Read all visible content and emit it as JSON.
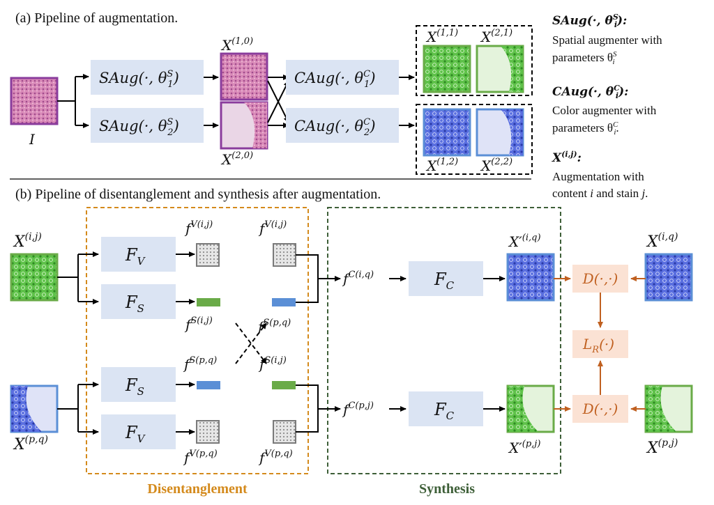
{
  "panel_a": {
    "caption": "(a) Pipeline of augmentation.",
    "input_label": "I",
    "saug1": "SAug(·, θ",
    "saug1_sup": "S",
    "saug1_sub": "1",
    "saug2": "SAug(·, θ",
    "saug2_sup": "S",
    "saug2_sub": "2",
    "caug1": "CAug(·, θ",
    "caug1_sup": "C",
    "caug1_sub": "1",
    "caug2": "CAug(·, θ",
    "caug2_sup": "C",
    "caug2_sub": "2",
    "x10": "X",
    "x10_sup": "(1,0)",
    "x20": "X",
    "x20_sup": "(2,0)",
    "x11": "X",
    "x11_sup": "(1,1)",
    "x21": "X",
    "x21_sup": "(2,1)",
    "x12": "X",
    "x12_sup": "(1,2)",
    "x22": "X",
    "x22_sup": "(2,2)"
  },
  "legend": {
    "saug_title": "SAug(·, θ",
    "saug_title_sup": "S",
    "saug_title_sub": "i",
    "saug_title_end": "):",
    "saug_desc1": "Spatial augmenter with",
    "saug_desc2": "parameters θ",
    "saug_desc2_sup": "S",
    "saug_desc2_sub": "i",
    "caug_title": "CAug(·, θ",
    "caug_title_sup": "C",
    "caug_title_sub": "i",
    "caug_title_end": "):",
    "caug_desc1": "Color augmenter with",
    "caug_desc2": "parameters θ",
    "caug_desc2_sup": "C",
    "caug_desc2_sub": "i",
    "caug_desc2_end": ".",
    "x_title": "X",
    "x_title_sup": "(i,j)",
    "x_title_end": ":",
    "x_desc1": "Augmentation with",
    "x_desc2_a": "content ",
    "x_desc2_i": "i",
    "x_desc2_b": " and stain ",
    "x_desc2_j": "j",
    "x_desc2_c": "."
  },
  "panel_b": {
    "caption": "(b) Pipeline of disentanglement and synthesis after augmentation.",
    "xij": "X",
    "xij_sup": "(i,j)",
    "xpq": "X",
    "xpq_sup": "(p,q)",
    "fv": "F",
    "fv_sub": "V",
    "fs": "F",
    "fs_sub": "S",
    "fc": "F",
    "fc_sub": "C",
    "fvij": "f",
    "fvij_sup": "V(i,j)",
    "fsij": "f",
    "fsij_sup": "S(i,j)",
    "fspq": "f",
    "fspq_sup": "S(p,q)",
    "fvpq": "f",
    "fvpq_sup": "V(p,q)",
    "fciq": "f",
    "fciq_sup": "C(i,q)",
    "fcpj": "f",
    "fcpj_sup": "C(p,j)",
    "xpiq": "X′",
    "xpiq_sup": "(i,q)",
    "xppj": "X′",
    "xppj_sup": "(p,j)",
    "xiq": "X",
    "xiq_sup": "(i,q)",
    "xpj": "X",
    "xpj_sup": "(p,j)",
    "d_label": "D(·,·)",
    "lr_label": "L",
    "lr_sub": "R",
    "lr_end": "(·)",
    "disentanglement": "Disentanglement",
    "synthesis": "Synthesis"
  },
  "colors": {
    "green": "#6aab48",
    "blue": "#5b8fd6",
    "purple": "#8a3c9c",
    "orange": "#d48a1c",
    "dark_green": "#3e5f38",
    "loss_orange": "#c06020",
    "box_fill": "#dbe4f3",
    "loss_fill": "#fbe2d4"
  }
}
